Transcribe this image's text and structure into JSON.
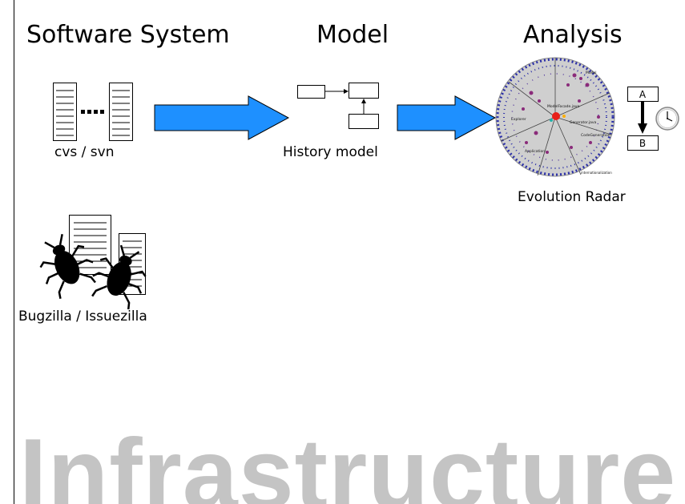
{
  "headings": {
    "software_system": "Software System",
    "model": "Model",
    "analysis": "Analysis"
  },
  "captions": {
    "cvs_svn": "cvs / svn",
    "history_model": "History model",
    "evolution_radar": "Evolution Radar",
    "bugzilla": "Bugzilla / Issuezilla"
  },
  "radar": {
    "labels": {
      "model": "Model",
      "model_facade": "ModelFacade.java",
      "explorer": "Explorer",
      "generator": "Generator.java",
      "code_generation": "CodeGeneration",
      "application": "Application",
      "internationalization": "internationalization"
    }
  },
  "timeline": {
    "box_a": "A",
    "box_b": "B"
  },
  "watermark": "Infrastructure",
  "colors": {
    "arrow_fill": "#1e90ff",
    "radar_bg": "#cfcfcf",
    "radar_ring": "#2b2fa8",
    "watermark": "#c4c4c4"
  },
  "icons": [
    "document-icon",
    "ellipsis",
    "arrow-right-icon",
    "clock-icon",
    "bug-icon"
  ]
}
